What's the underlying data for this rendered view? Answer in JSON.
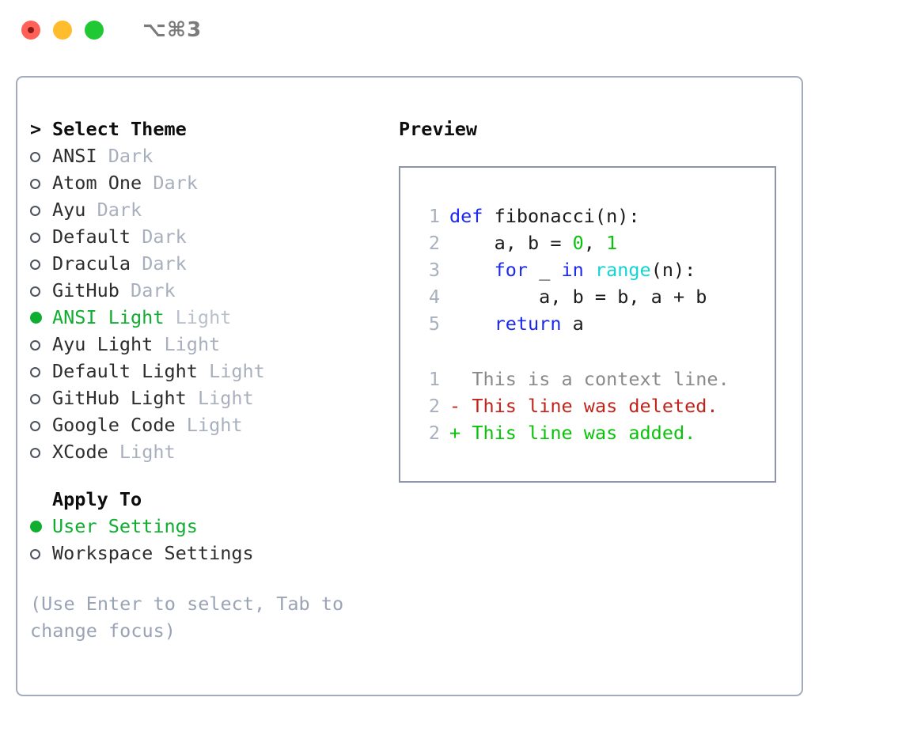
{
  "window": {
    "title": "⌥⌘3",
    "buttons": [
      {
        "name": "close",
        "color": "#ff6058"
      },
      {
        "name": "minimize",
        "color": "#ffbd2e"
      },
      {
        "name": "zoom",
        "color": "#20c933"
      }
    ]
  },
  "theme_picker": {
    "heading": "Select Theme",
    "prompt_marker": ">",
    "items": [
      {
        "name": "ANSI",
        "variant": "Dark",
        "selected": false
      },
      {
        "name": "Atom One",
        "variant": "Dark",
        "selected": false
      },
      {
        "name": "Ayu",
        "variant": "Dark",
        "selected": false
      },
      {
        "name": "Default",
        "variant": "Dark",
        "selected": false
      },
      {
        "name": "Dracula",
        "variant": "Dark",
        "selected": false
      },
      {
        "name": "GitHub",
        "variant": "Dark",
        "selected": false
      },
      {
        "name": "ANSI Light",
        "variant": "Light",
        "selected": true
      },
      {
        "name": "Ayu Light",
        "variant": "Light",
        "selected": false
      },
      {
        "name": "Default Light",
        "variant": "Light",
        "selected": false
      },
      {
        "name": "GitHub Light",
        "variant": "Light",
        "selected": false
      },
      {
        "name": "Google Code",
        "variant": "Light",
        "selected": false
      },
      {
        "name": "XCode",
        "variant": "Light",
        "selected": false
      }
    ]
  },
  "apply_to": {
    "heading": "Apply To",
    "options": [
      {
        "label": "User Settings",
        "selected": true
      },
      {
        "label": "Workspace Settings",
        "selected": false
      }
    ]
  },
  "hint": "(Use Enter to select, Tab to change focus)",
  "preview": {
    "heading": "Preview",
    "code_lines": [
      {
        "number": "1",
        "tokens": [
          {
            "text": "def ",
            "type": "keyword"
          },
          {
            "text": "fibonacci(n):",
            "type": "plain"
          }
        ]
      },
      {
        "number": "2",
        "tokens": [
          {
            "text": "    a, b = ",
            "type": "plain"
          },
          {
            "text": "0",
            "type": "number"
          },
          {
            "text": ", ",
            "type": "plain"
          },
          {
            "text": "1",
            "type": "number"
          }
        ]
      },
      {
        "number": "3",
        "tokens": [
          {
            "text": "    ",
            "type": "plain"
          },
          {
            "text": "for",
            "type": "keyword"
          },
          {
            "text": " _ ",
            "type": "plain"
          },
          {
            "text": "in",
            "type": "keyword"
          },
          {
            "text": " ",
            "type": "plain"
          },
          {
            "text": "range",
            "type": "builtin"
          },
          {
            "text": "(n):",
            "type": "plain"
          }
        ]
      },
      {
        "number": "4",
        "tokens": [
          {
            "text": "        a, b = b, a + b",
            "type": "plain"
          }
        ]
      },
      {
        "number": "5",
        "tokens": [
          {
            "text": "    ",
            "type": "plain"
          },
          {
            "text": "return",
            "type": "keyword"
          },
          {
            "text": " a",
            "type": "plain"
          }
        ]
      }
    ],
    "diff_lines": [
      {
        "number": "1",
        "sign": " ",
        "text": "This is a context line.",
        "kind": "context"
      },
      {
        "number": "2",
        "sign": "-",
        "text": "This line was deleted.",
        "kind": "deleted"
      },
      {
        "number": "2",
        "sign": "+",
        "text": "This line was added.",
        "kind": "added"
      }
    ]
  },
  "colors": {
    "accent_green": "#0fad30",
    "code_keyword": "#1d29ef",
    "code_builtin": "#14d3d3",
    "code_number": "#0ac20a",
    "diff_deleted": "#c0241a",
    "diff_added": "#0ac20a",
    "muted": "#a8b0bd",
    "border": "#a3acbb"
  }
}
